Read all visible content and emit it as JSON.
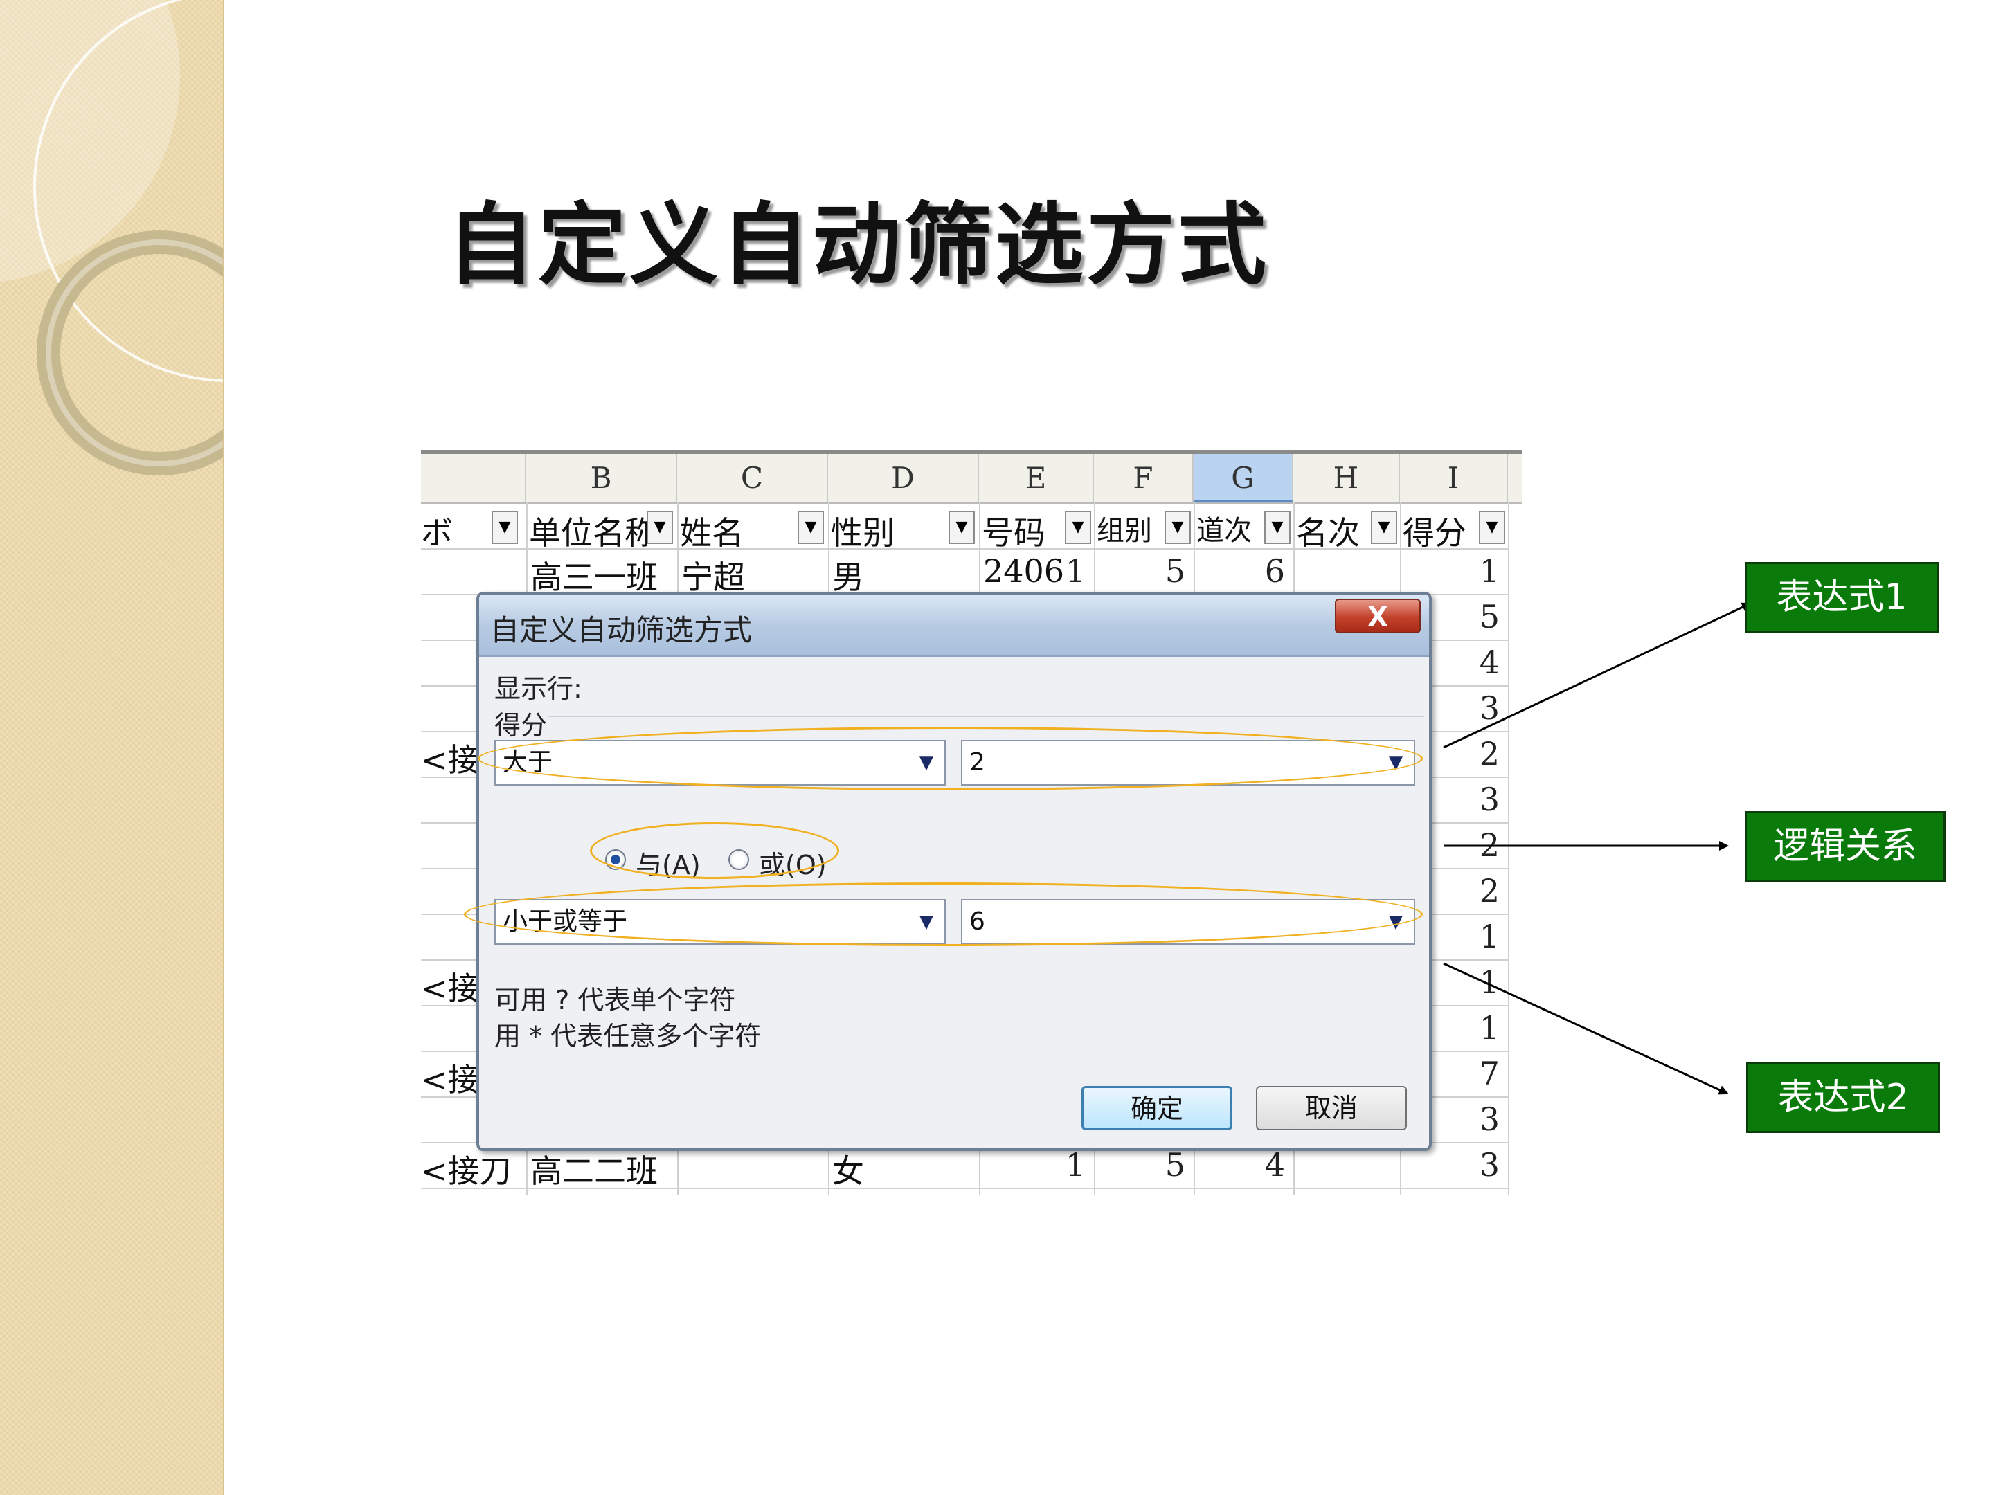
{
  "slide": {
    "title": "自定义自动筛选方式"
  },
  "sheet": {
    "columns": [
      "B",
      "C",
      "D",
      "E",
      "F",
      "G",
      "H",
      "I"
    ],
    "headers": [
      "ボ",
      "单位名称",
      "姓名",
      "性别",
      "号码",
      "组别",
      "道次",
      "名次",
      "得分"
    ],
    "first_row": {
      "unit": "高三一班",
      "name": "宁超",
      "gender": "男",
      "number": "2406",
      "group": "1",
      "lane": "5",
      "rank": "6",
      "score": "1"
    },
    "left_fragments": [
      "<接",
      "<接",
      "<接",
      "<接刀"
    ],
    "last_row": {
      "unit": "高二二班",
      "gender": "女",
      "group": "1",
      "lane": "5",
      "rank": "4",
      "score": "3"
    },
    "scores": [
      "5",
      "4",
      "3",
      "2",
      "3",
      "2",
      "2",
      "1",
      "1",
      "1",
      "7",
      "3"
    ]
  },
  "dialog": {
    "title": "自定义自动筛选方式",
    "close": "X",
    "show_rows_label": "显示行:",
    "field_label": "得分",
    "condition1": {
      "operator": "大于",
      "value": "2"
    },
    "logic": {
      "and_label": "与(A)",
      "or_label": "或(O)",
      "selected": "and"
    },
    "condition2": {
      "operator": "小于或等于",
      "value": "6"
    },
    "hint1": "可用 ? 代表单个字符",
    "hint2": "用 * 代表任意多个字符",
    "ok": "确定",
    "cancel": "取消"
  },
  "callouts": {
    "expr1": "表达式1",
    "logic": "逻辑关系",
    "expr2": "表达式2"
  },
  "colors": {
    "callout_bg": "#0a7a0a",
    "highlight": "#f0b020",
    "sidebar": "#ecd9ab"
  }
}
